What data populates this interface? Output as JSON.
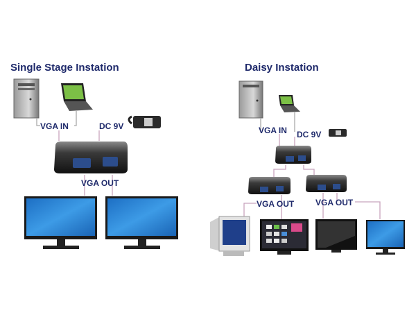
{
  "single": {
    "title": "Single Stage Instation",
    "vga_in": "VGA IN",
    "dc": "DC 9V",
    "vga_out": "VGA OUT"
  },
  "daisy": {
    "title": "Daisy Instation",
    "vga_in": "VGA IN",
    "dc": "DC 9V",
    "vga_out_left": "VGA OUT",
    "vga_out_right": "VGA OUT"
  },
  "colors": {
    "label": "#1f2a6b",
    "wire": "#c8a3bd",
    "screen": "#2a86d6"
  }
}
